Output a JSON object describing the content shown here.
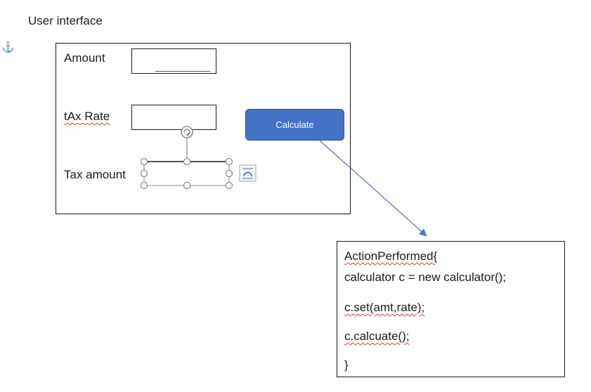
{
  "page": {
    "title": "User interface"
  },
  "form": {
    "amount_label": "Amount",
    "tax_rate_label": "tAx Rate",
    "tax_amount_label": "Tax amount",
    "calculate_label": "Calculate"
  },
  "code": {
    "lines": [
      "ActionPerformed{",
      "calculator c = new calculator();",
      "c.set(amt,rate);",
      "c.calcuate();",
      "}"
    ]
  },
  "icons": {
    "anchor": "anchor-icon",
    "rotate": "rotate-handle-icon",
    "layout": "layout-options-icon"
  },
  "colors": {
    "button_fill": "#4472c4",
    "connector_line": "#4a78c2",
    "spellcheck": "#d23a3a"
  }
}
